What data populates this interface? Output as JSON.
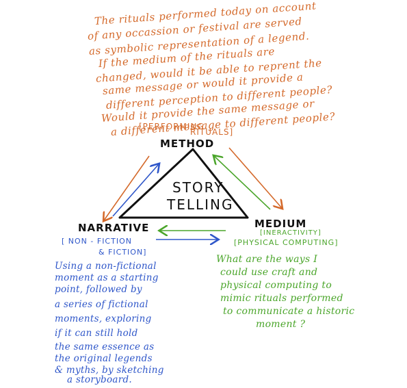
{
  "question_lines": [
    "The rituals performed today on account",
    "of any occassion or festival are served",
    "as symbolic representation of a legend.",
    "If the medium of the rituals are",
    "changed, would it be able to reprent the",
    "same message or would it provide a",
    "different perception to different people?",
    "Would it provide the same message or",
    "a different message to different people?"
  ],
  "method": {
    "bracket_line1": "[PERFORMING",
    "bracket_line2": "RITUALS]",
    "label": "METHOD"
  },
  "center": {
    "line1": "STORY",
    "line2": "TELLING"
  },
  "narrative": {
    "label": "NARRATIVE",
    "bracket_line1": "[ NON - FICTION",
    "bracket_line2": "& FICTION]",
    "notes": [
      "Using a non-fictional",
      "moment as a starting",
      "point, followed by",
      "a series of fictional",
      "moments, exploring",
      "if it can still hold",
      "the same essence as",
      "the original legends",
      "& myths, by sketching",
      "a storyboard."
    ]
  },
  "medium": {
    "label": "MEDIUM",
    "bracket_line1": "[INERACTIVITY]",
    "bracket_line2": "[PHYSICAL COMPUTING]",
    "notes": [
      "What are the ways I",
      "could use craft and",
      "physical computing to",
      "mimic rituals performed",
      "to communicate a historic",
      "moment ?"
    ]
  },
  "colors": {
    "orange": "#d4692a",
    "blue": "#2e56c9",
    "green": "#4aa52a",
    "black": "#111111"
  }
}
